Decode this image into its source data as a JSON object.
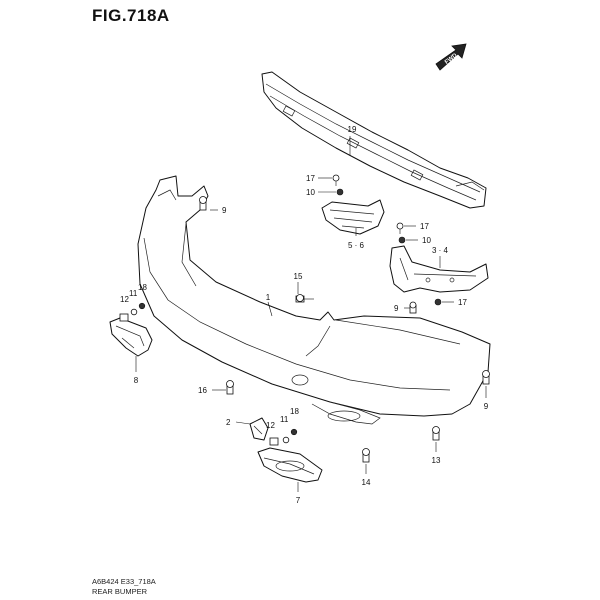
{
  "header": {
    "title": "FIG.718A"
  },
  "footer": {
    "code": "A6B424 E33_718A",
    "caption": "REAR BUMPER"
  },
  "badge": {
    "text": "FWD"
  },
  "callouts": [
    {
      "id": "c1",
      "label": "1"
    },
    {
      "id": "c2",
      "label": "2"
    },
    {
      "id": "c3",
      "label": "3 · 4"
    },
    {
      "id": "c5",
      "label": "5 · 6"
    },
    {
      "id": "c7",
      "label": "7"
    },
    {
      "id": "c8",
      "label": "8"
    },
    {
      "id": "c9a",
      "label": "9"
    },
    {
      "id": "c9b",
      "label": "9"
    },
    {
      "id": "c9c",
      "label": "9"
    },
    {
      "id": "c10a",
      "label": "10"
    },
    {
      "id": "c10b",
      "label": "10"
    },
    {
      "id": "c11a",
      "label": "11"
    },
    {
      "id": "c11b",
      "label": "11"
    },
    {
      "id": "c12a",
      "label": "12"
    },
    {
      "id": "c12b",
      "label": "12"
    },
    {
      "id": "c13",
      "label": "13"
    },
    {
      "id": "c14",
      "label": "14"
    },
    {
      "id": "c15",
      "label": "15"
    },
    {
      "id": "c16",
      "label": "16"
    },
    {
      "id": "c17a",
      "label": "17"
    },
    {
      "id": "c17b",
      "label": "17"
    },
    {
      "id": "c17c",
      "label": "17"
    },
    {
      "id": "c18a",
      "label": "18"
    },
    {
      "id": "c18b",
      "label": "18"
    },
    {
      "id": "c19",
      "label": "19"
    }
  ]
}
